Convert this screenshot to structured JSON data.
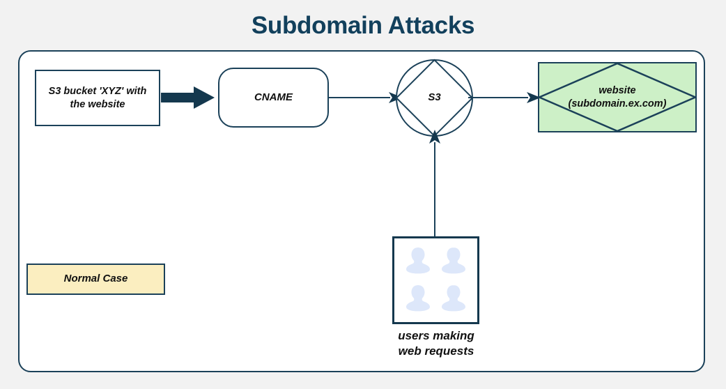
{
  "page": {
    "title": "Subdomain Attacks",
    "background_color": "#f2f2f2",
    "title_color": "#12405c",
    "stroke_color": "#1b4159"
  },
  "diagram": {
    "nodes": {
      "s3_bucket": {
        "label": "S3 bucket 'XYZ' with\nthe website",
        "shape": "rectangle",
        "fill": "#ffffff"
      },
      "cname": {
        "label": "CNAME",
        "shape": "rounded-rectangle",
        "fill": "#ffffff"
      },
      "s3": {
        "label": "S3",
        "shape": "circle-with-diamond",
        "fill": "#ffffff"
      },
      "website": {
        "label": "website\n(subdomain.ex.com)",
        "shape": "rectangle-with-diamond",
        "fill": "#cdf0c7"
      },
      "users": {
        "caption": "users making\nweb requests",
        "shape": "rectangle",
        "fill": "#ffffff",
        "icon": "people-icon",
        "icon_count": 4,
        "icon_color": "#dde7fa"
      }
    },
    "legend": {
      "normal_case": {
        "label": "Normal Case",
        "fill": "#fbeec0"
      }
    },
    "edges": [
      {
        "from": "s3_bucket",
        "to": "cname",
        "style": "thick-block-arrow"
      },
      {
        "from": "cname",
        "to": "s3",
        "style": "thin-arrow"
      },
      {
        "from": "s3",
        "to": "website",
        "style": "thin-arrow"
      },
      {
        "from": "users",
        "to": "s3",
        "style": "thin-arrow-up"
      }
    ]
  }
}
